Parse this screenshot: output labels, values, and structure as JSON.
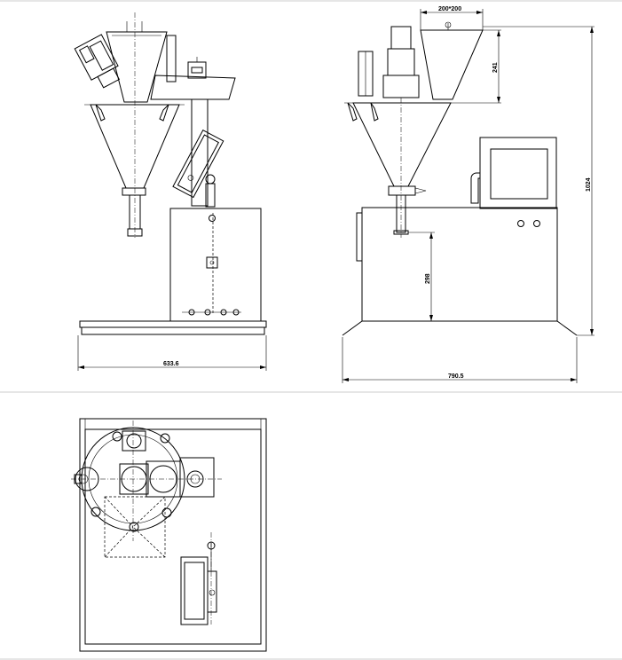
{
  "drawing": {
    "views": {
      "side_elevation": {
        "width_dim": "633.6"
      },
      "front_elevation": {
        "width_dim": "790.5",
        "height_dim": "1024",
        "hopper_top_dim": "200*200",
        "hopper_height_dim": "241",
        "outlet_height_dim": "298"
      },
      "plan_view": {}
    },
    "colors": {
      "line": "#000000",
      "background": "#ffffff",
      "frame": "#cccccc"
    }
  }
}
